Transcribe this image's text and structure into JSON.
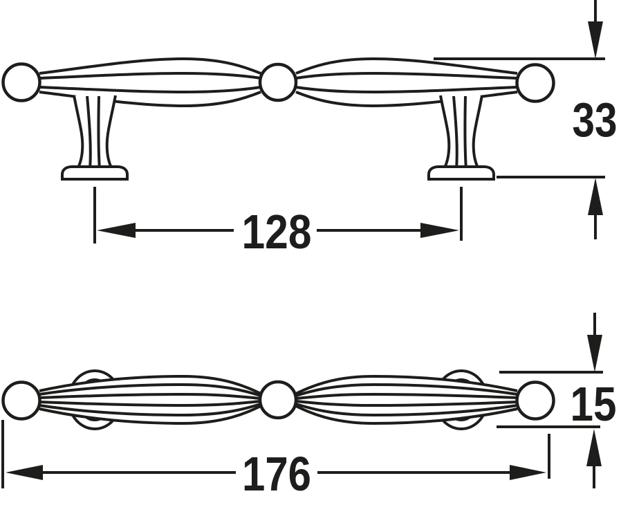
{
  "drawing": {
    "background": "#ffffff",
    "ink": "#1d1d1b",
    "description": "technical-dimension-drawing-of-furniture-pull-handle",
    "side_view": {
      "hole_spacing_label": "128",
      "height_label": "33"
    },
    "plan_view": {
      "length_label": "176",
      "depth_label": "15"
    }
  }
}
